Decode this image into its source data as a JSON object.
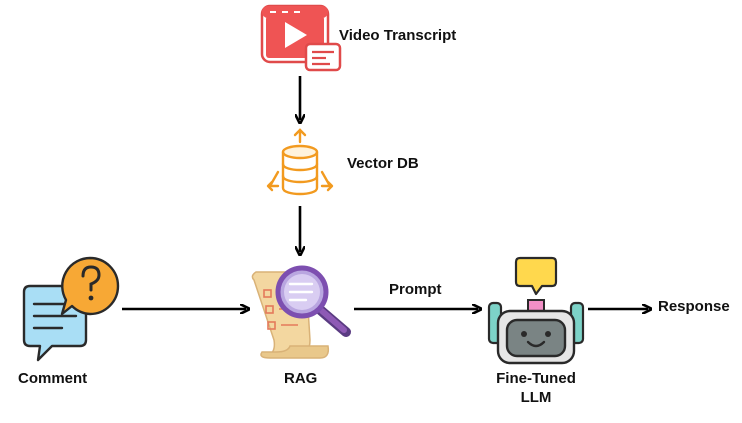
{
  "nodes": {
    "video_transcript": {
      "label": "Video Transcript",
      "icon": "video-transcript-icon"
    },
    "vector_db": {
      "label": "Vector DB",
      "icon": "database-icon"
    },
    "comment": {
      "label": "Comment",
      "icon": "chat-question-icon"
    },
    "rag": {
      "label": "RAG",
      "icon": "document-search-icon"
    },
    "llm": {
      "label_line1": "Fine-Tuned",
      "label_line2": "LLM",
      "icon": "robot-icon"
    },
    "response": {
      "label": "Response"
    }
  },
  "edges": {
    "rag_to_llm": {
      "label": "Prompt"
    }
  },
  "colors": {
    "video_red": "#ef4b4b",
    "db_orange": "#f5a623",
    "chat_blue": "#8ed1f0",
    "chat_orange": "#f5a623",
    "robot_grey": "#e8e8e8",
    "robot_screen": "#7d8a8a",
    "robot_ear": "#7dd3c8",
    "bubble_yellow": "#ffd84d",
    "magnifier_purple": "#8e5ab5",
    "paper_beige": "#f3d9a4",
    "arrow": "#000000"
  }
}
